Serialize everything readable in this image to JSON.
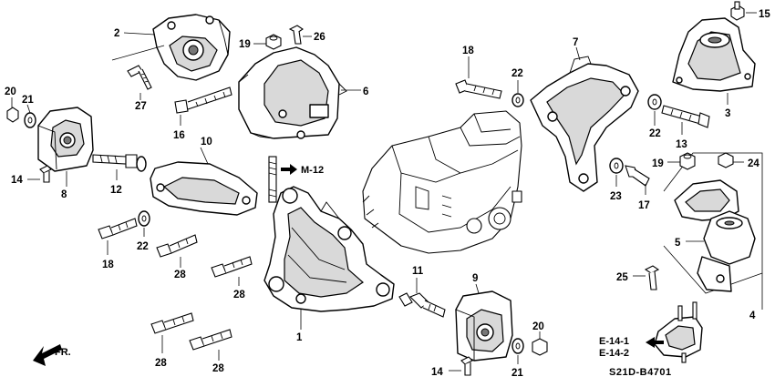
{
  "diagram_code": "S21D-B4701",
  "front_indicator": "FR.",
  "references": {
    "m12": "M-12",
    "e14_1": "E-14-1",
    "e14_2": "E-14-2"
  },
  "callouts": {
    "c1": "1",
    "c2": "2",
    "c3": "3",
    "c4": "4",
    "c5": "5",
    "c6": "6",
    "c7": "7",
    "c8": "8",
    "c9": "9",
    "c10": "10",
    "c11": "11",
    "c12": "12",
    "c13": "13",
    "c14a": "14",
    "c14b": "14",
    "c15": "15",
    "c16": "16",
    "c17": "17",
    "c18a": "18",
    "c18b": "18",
    "c19a": "19",
    "c19b": "19",
    "c20a": "20",
    "c20b": "20",
    "c21a": "21",
    "c21b": "21",
    "c22a": "22",
    "c22b": "22",
    "c22c": "22",
    "c23": "23",
    "c24": "24",
    "c25": "25",
    "c26": "26",
    "c27": "27",
    "c28a": "28",
    "c28b": "28",
    "c28c": "28",
    "c28d": "28"
  }
}
